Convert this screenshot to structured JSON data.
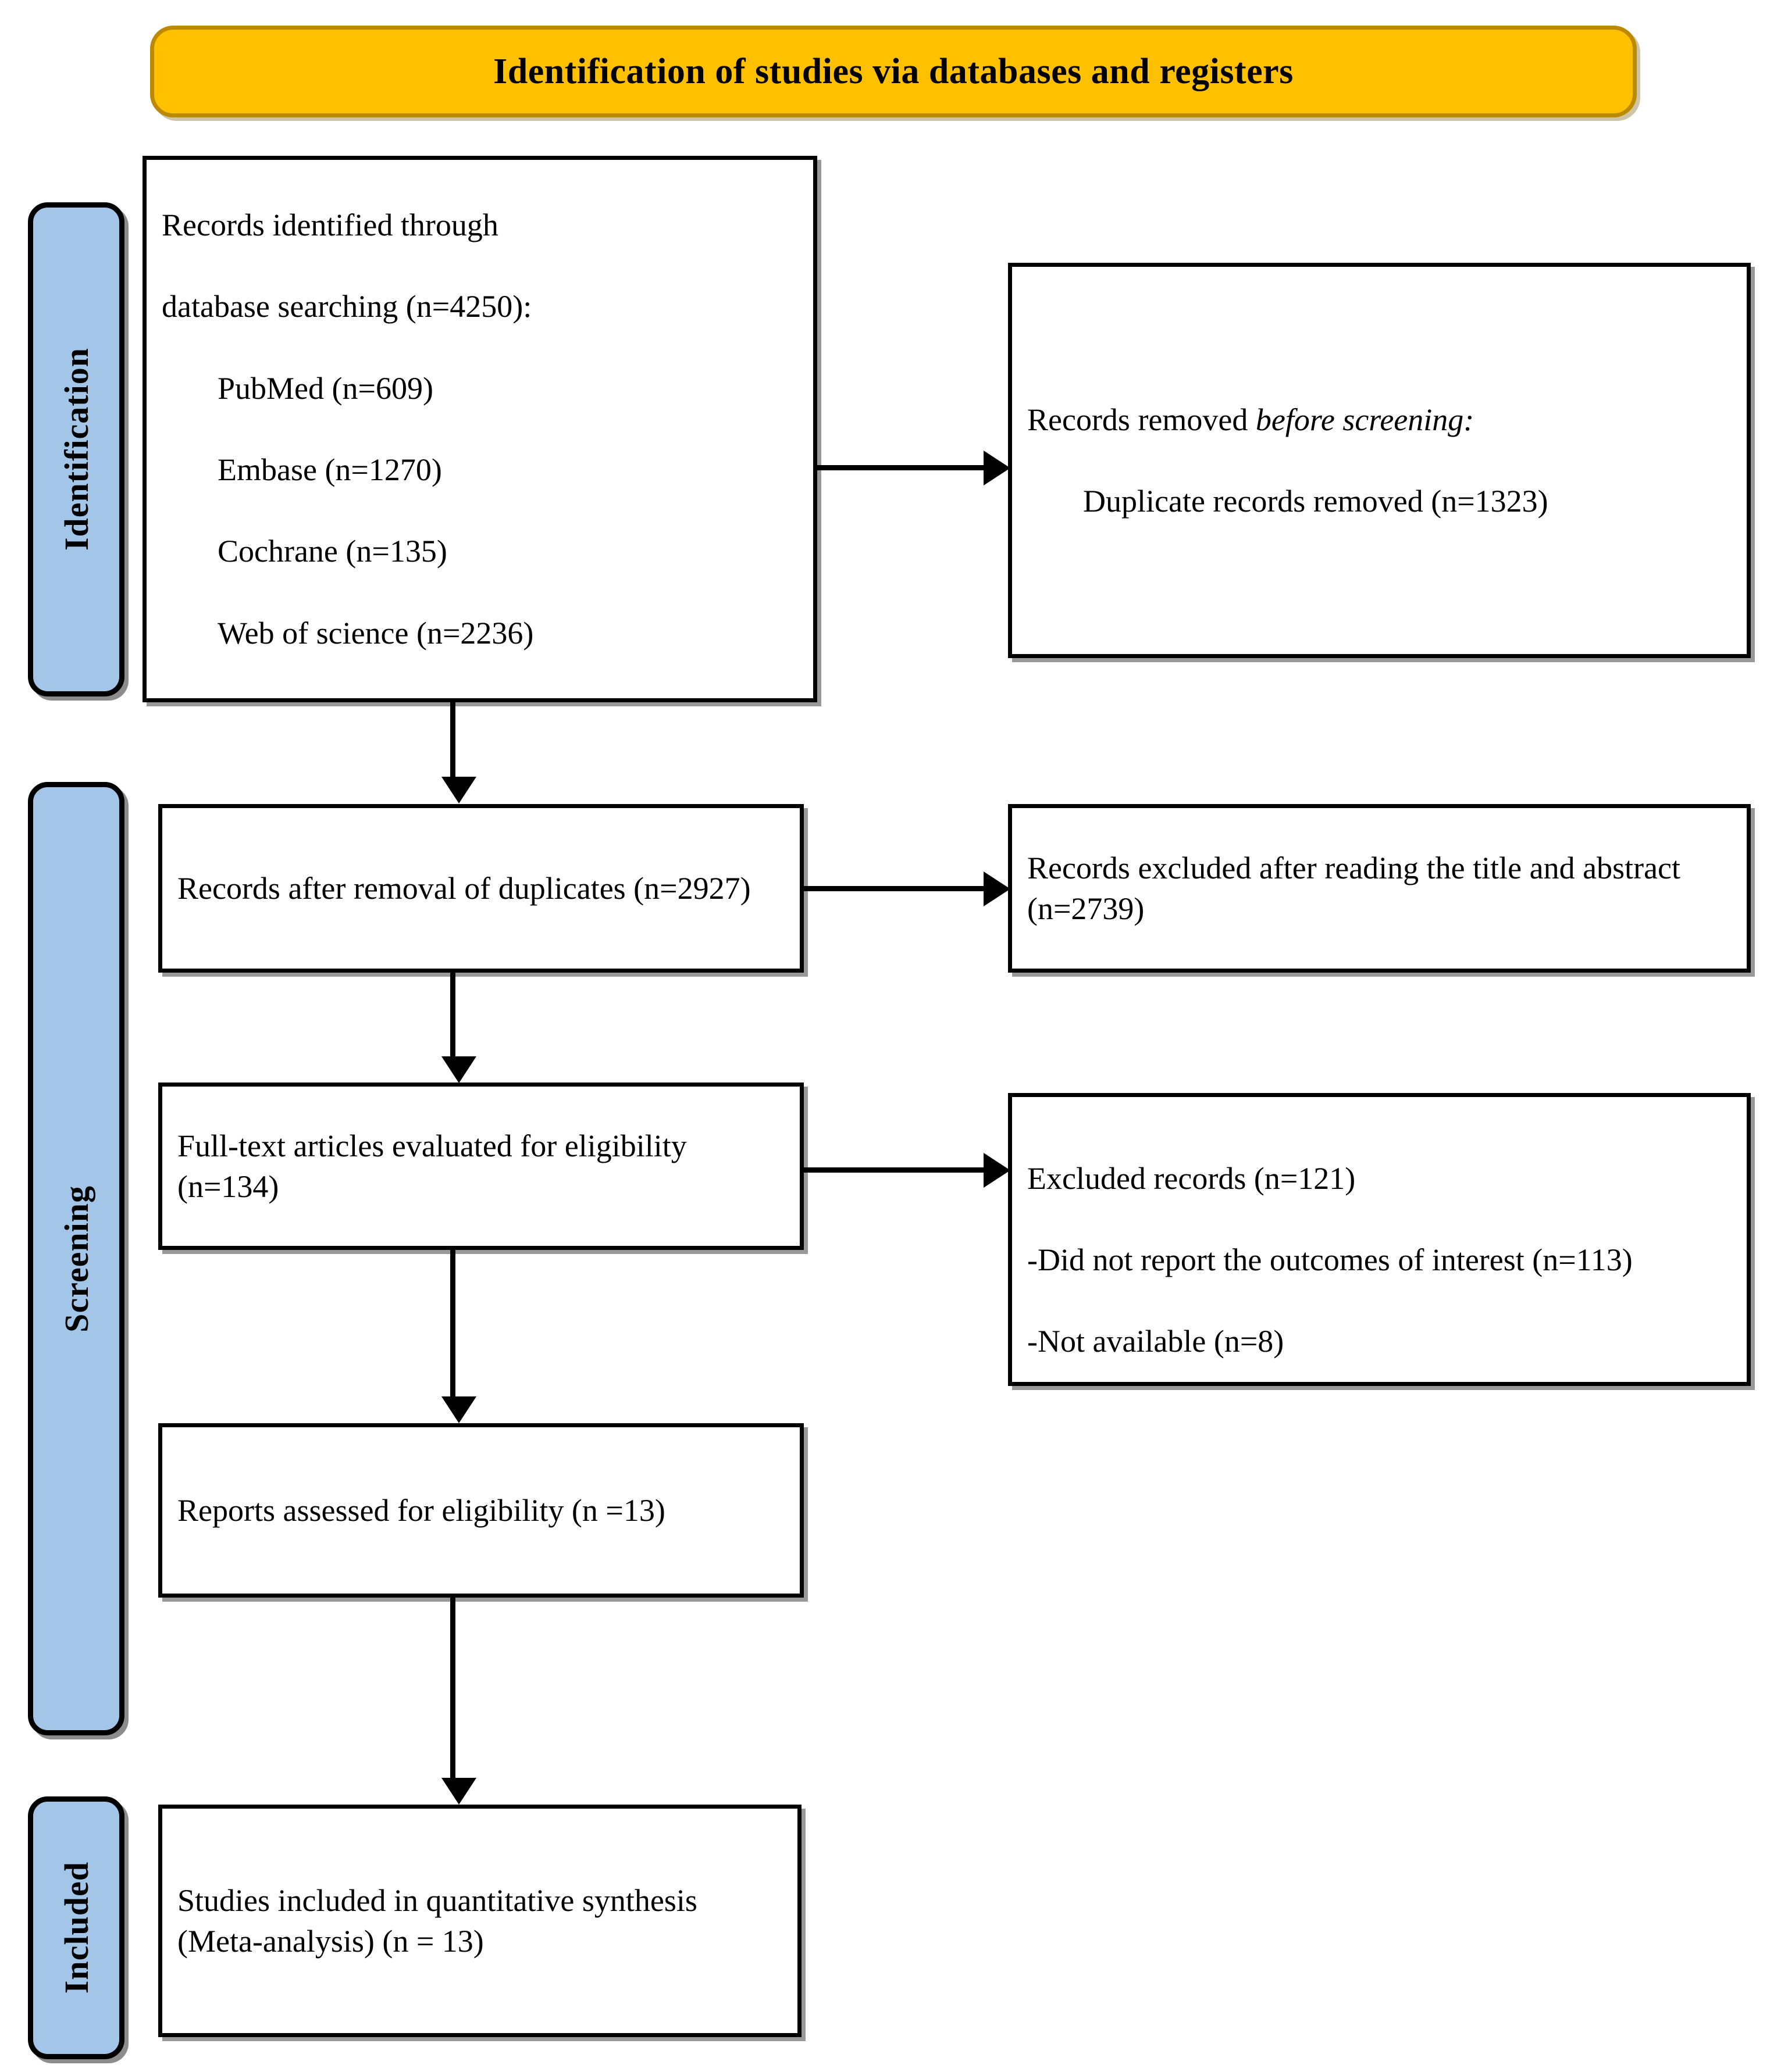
{
  "diagram": {
    "type": "PRISMA flow diagram",
    "banner": {
      "title": "Identification of studies via databases and registers",
      "fill_color": "#FFC000",
      "border_color": "#BC8A00"
    },
    "phase_color": "#A3C6E8",
    "phases": [
      {
        "id": "identification",
        "label": "Identification"
      },
      {
        "id": "screening",
        "label": "Screening"
      },
      {
        "id": "included",
        "label": "Included"
      }
    ],
    "boxes": {
      "identified": {
        "line1": "Records identified through",
        "line2": "database searching (n=4250):",
        "sources": [
          "PubMed (n=609)",
          "Embase (n=1270)",
          "Cochrane (n=135)",
          "Web of science (n=2236)"
        ]
      },
      "removed": {
        "lead": "Records removed ",
        "lead_italic": "before screening",
        "lead_tail": ":",
        "detail": "Duplicate records removed (n=1323)"
      },
      "after_duplicates": {
        "text": "Records after removal of duplicates (n=2927)"
      },
      "excluded_title_abstract": {
        "text": "Records excluded after reading the title and abstract (n=2739)"
      },
      "fulltext": {
        "text": "Full-text articles evaluated for eligibility (n=134)"
      },
      "excluded_records": {
        "line1": "Excluded records (n=121)",
        "line2": "-Did not report the outcomes of interest (n=113)",
        "line3": "-Not available (n=8)"
      },
      "reports_assessed": {
        "text": "Reports assessed for eligibility (n =13)"
      },
      "studies_included": {
        "text": "Studies included in quantitative synthesis (Meta-analysis) (n = 13)"
      }
    },
    "counts": {
      "total_identified": 4250,
      "pubmed": 609,
      "embase": 1270,
      "cochrane": 135,
      "web_of_science": 2236,
      "duplicates_removed": 1323,
      "after_duplicates": 2927,
      "excluded_title_abstract": 2739,
      "fulltext_evaluated": 134,
      "excluded_total": 121,
      "excluded_no_outcomes": 113,
      "excluded_not_available": 8,
      "reports_assessed": 13,
      "studies_included": 13
    }
  }
}
